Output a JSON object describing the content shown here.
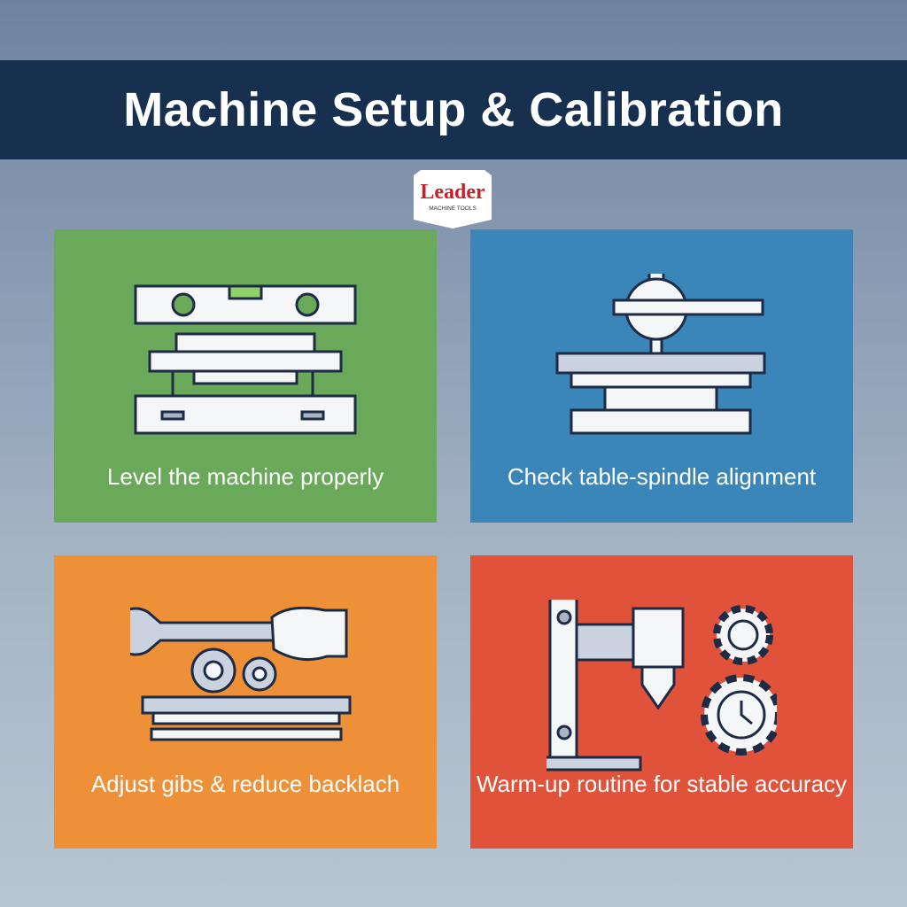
{
  "title": "Machine Setup & Calibration",
  "logo": {
    "brand": "Leader",
    "subtitle": "MACHINE TOOLS"
  },
  "cards": [
    {
      "label": "Level the machine properly",
      "color": "#6aa85a",
      "icon": "spirit-level-icon"
    },
    {
      "label": "Check table-spindle alignment",
      "color": "#3a86b8",
      "icon": "dial-indicator-icon"
    },
    {
      "label": "Adjust gibs & reduce backlach",
      "color": "#ee9038",
      "icon": "wrench-gears-icon"
    },
    {
      "label": "Warm-up routine for stable accuracy",
      "color": "#e0523a",
      "icon": "spindle-clock-gear-icon"
    }
  ]
}
